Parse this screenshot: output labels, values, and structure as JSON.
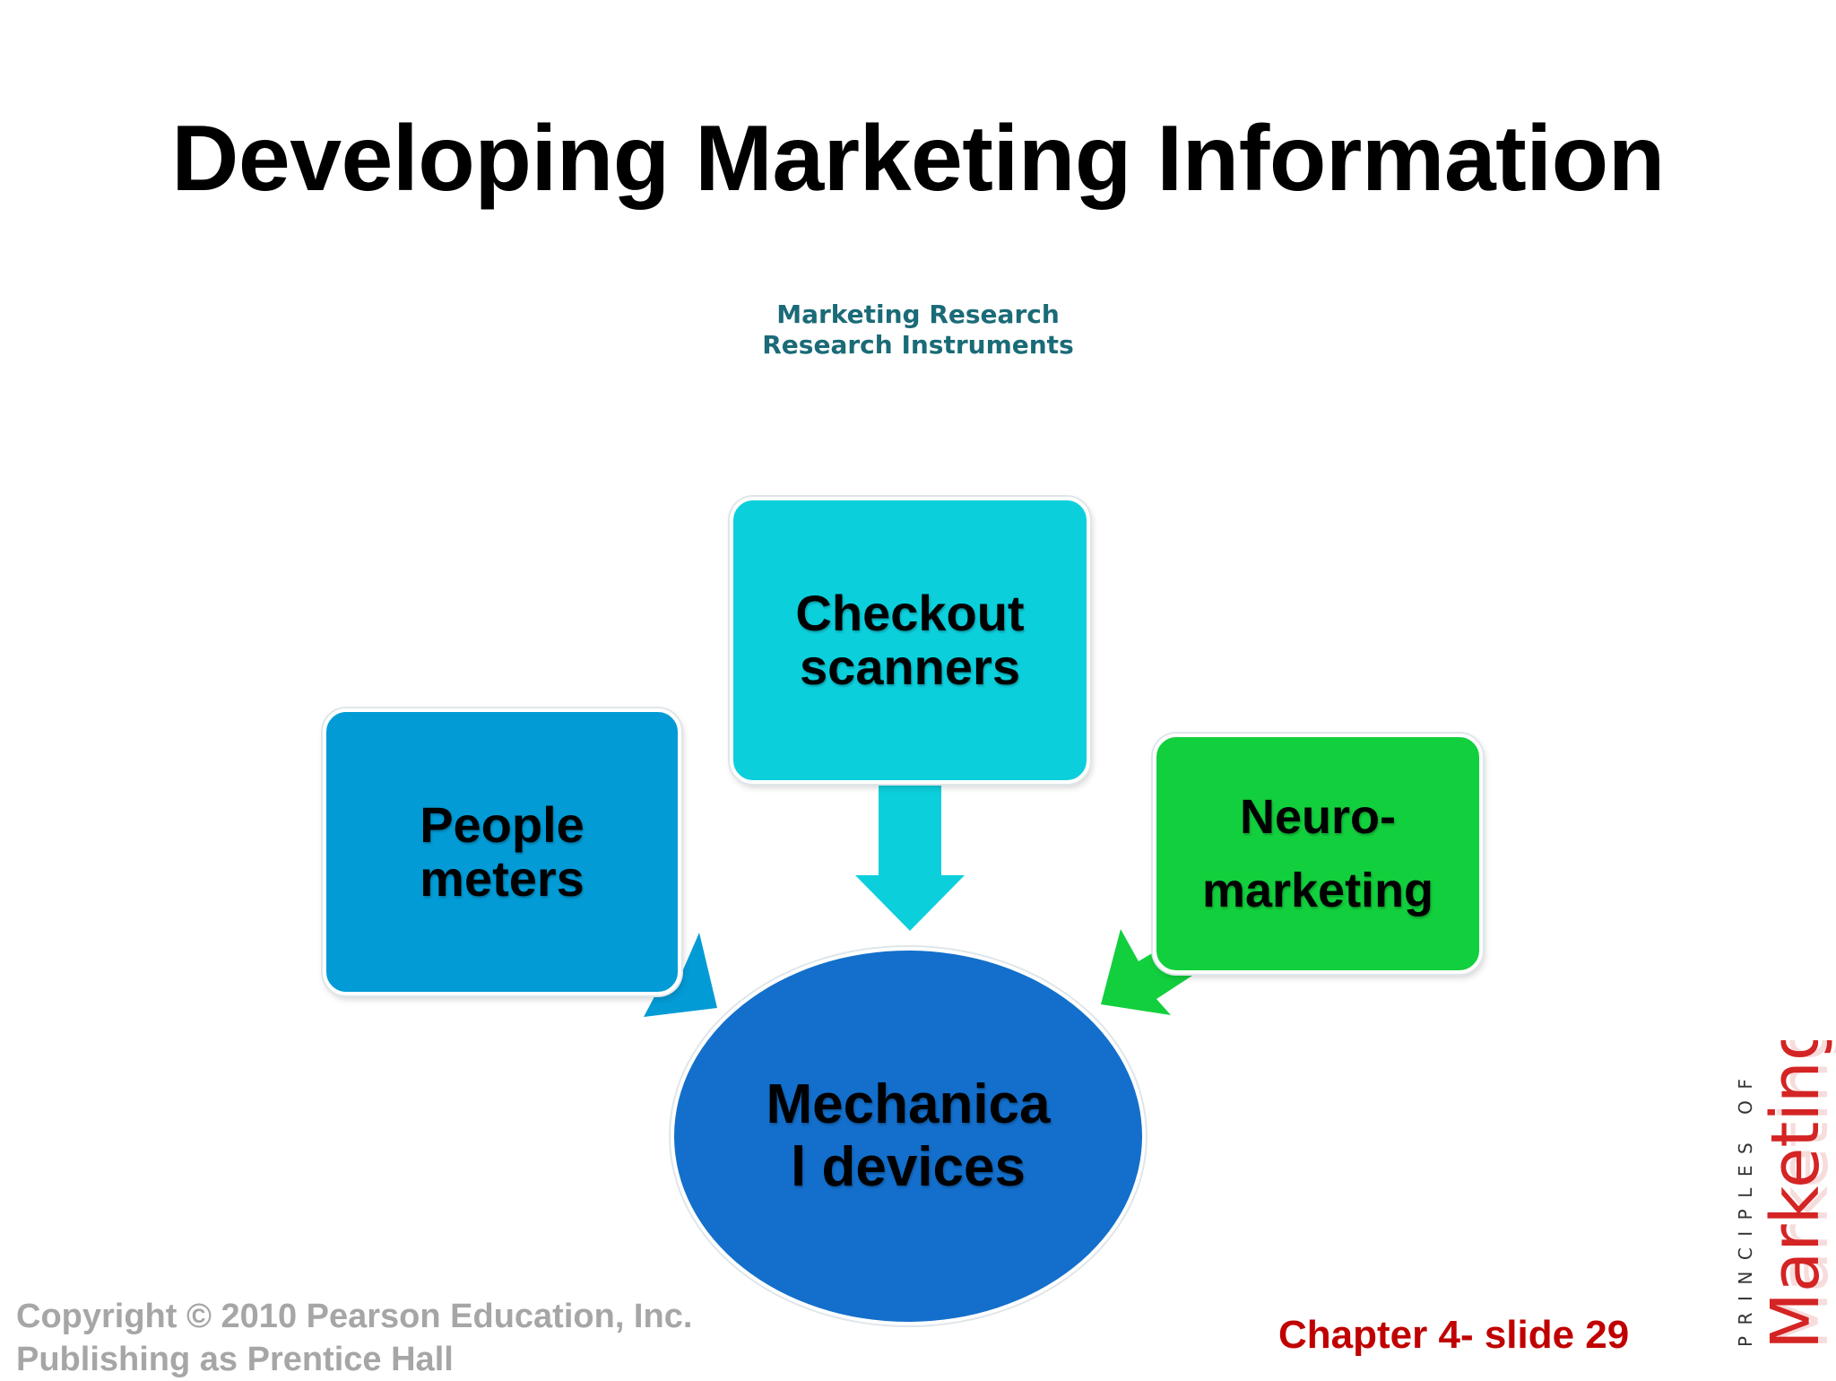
{
  "slide": {
    "title": "Developing Marketing Information",
    "subtitle_lines": [
      "Marketing Research",
      "Research Instruments"
    ]
  },
  "diagram": {
    "center": {
      "lines": [
        "Mechanica",
        "l devices"
      ],
      "color": "#136fcb"
    },
    "boxes": [
      {
        "id": "people-meters",
        "lines": [
          "People",
          "meters"
        ],
        "color": "#029bd6"
      },
      {
        "id": "checkout-scanners",
        "lines": [
          "Checkout",
          "scanners"
        ],
        "color": "#0ccfdc"
      },
      {
        "id": "neuromarketing",
        "lines": [
          "Neuro-",
          "marketing"
        ],
        "color": "#12cf3d"
      }
    ]
  },
  "footer": {
    "copyright_lines": [
      "Copyright © 2010 Pearson Education, Inc.",
      "Publishing as Prentice Hall"
    ],
    "slide_ref": "Chapter 4- slide 29"
  },
  "brand": {
    "principles_of": "PRINCIPLES OF",
    "marketing": "Marketing"
  },
  "colors": {
    "subtitle": "#1a6b77",
    "slide_ref": "#c00000",
    "copyright": "#a6a6a6"
  }
}
